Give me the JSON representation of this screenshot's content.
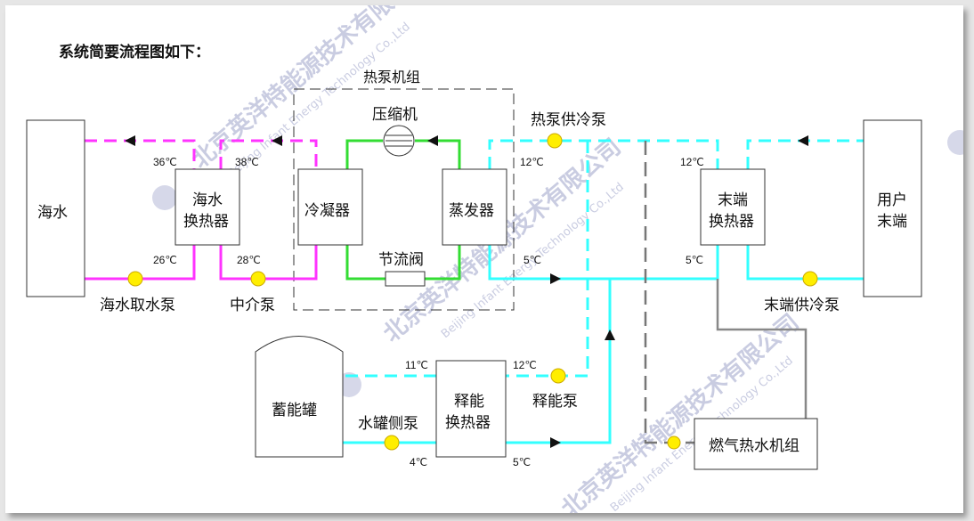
{
  "title": "系统简要流程图如下：",
  "heat_pump_unit": "热泵机组",
  "blocks": {
    "seawater": "海水",
    "sea_hx_line1": "海水",
    "sea_hx_line2": "换热器",
    "condenser": "冷凝器",
    "evaporator": "蒸发器",
    "compressor": "压缩机",
    "throttle": "节流阀",
    "end_hx_line1": "末端",
    "end_hx_line2": "换热器",
    "user_line1": "用户",
    "user_line2": "末端",
    "storage_tank": "蓄能罐",
    "release_hx_line1": "释能",
    "release_hx_line2": "换热器",
    "gas_boiler": "燃气热水机组"
  },
  "pumps": {
    "seawater_intake": "海水取水泵",
    "intermediate": "中介泵",
    "hp_supply": "热泵供冷泵",
    "end_supply": "末端供冷泵",
    "release": "释能泵",
    "tank_side": "水罐侧泵"
  },
  "temps": {
    "t36": "36℃",
    "t38": "38℃",
    "t26": "26℃",
    "t28": "28℃",
    "evap_top": "12℃",
    "evap_bot": "5℃",
    "end_top": "12℃",
    "end_bot": "5℃",
    "rel_tl": "11℃",
    "rel_tr": "12℃",
    "rel_bl": "4℃",
    "rel_br": "5℃"
  },
  "watermark": {
    "cn": "北京英洋特能源技术有限公司",
    "en": "Beijing Infant Energy Technology Co.,Ltd"
  },
  "colors": {
    "seawater_loop": "#ff33ff",
    "refrigerant_loop": "#33dd33",
    "chilled_loop": "#33ffff",
    "boiler_loop": "#888888",
    "pump": "#ffee00"
  }
}
